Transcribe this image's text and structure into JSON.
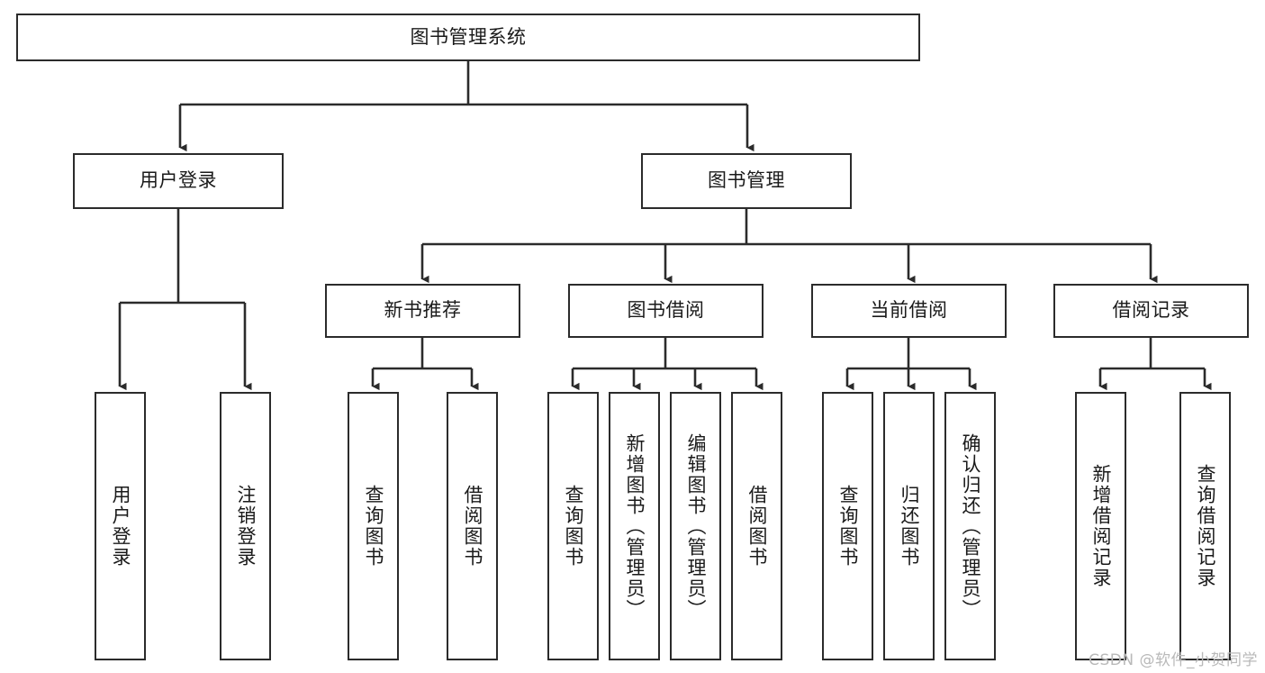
{
  "diagram": {
    "title": "图书管理系统",
    "type": "tree-hierarchy-chart",
    "watermark": "CSDN @软件_小贺同学",
    "colors": {
      "background": "#ffffff",
      "box_border": "#2b2b2b",
      "box_fill": "#ffffff",
      "connector": "#2b2b2b",
      "text": "#1a1a1a",
      "watermark": "#b9b9b9"
    },
    "root": {
      "label": "图书管理系统"
    },
    "level2": [
      {
        "label": "用户登录"
      },
      {
        "label": "图书管理"
      }
    ],
    "level3": [
      {
        "label": "新书推荐"
      },
      {
        "label": "图书借阅"
      },
      {
        "label": "当前借阅"
      },
      {
        "label": "借阅记录"
      }
    ],
    "leaves": {
      "user_login": [
        {
          "label": "用户登录"
        },
        {
          "label": "注销登录"
        }
      ],
      "new_book_recommend": [
        {
          "label": "查询图书"
        },
        {
          "label": "借阅图书"
        }
      ],
      "book_borrow": [
        {
          "label": "查询图书"
        },
        {
          "label": "新增图书（管理员）"
        },
        {
          "label": "编辑图书（管理员）"
        },
        {
          "label": "借阅图书"
        }
      ],
      "current_borrow": [
        {
          "label": "查询图书"
        },
        {
          "label": "归还图书"
        },
        {
          "label": "确认归还（管理员）"
        }
      ],
      "borrow_record": [
        {
          "label": "新增借阅记录"
        },
        {
          "label": "查询借阅记录"
        }
      ]
    }
  }
}
